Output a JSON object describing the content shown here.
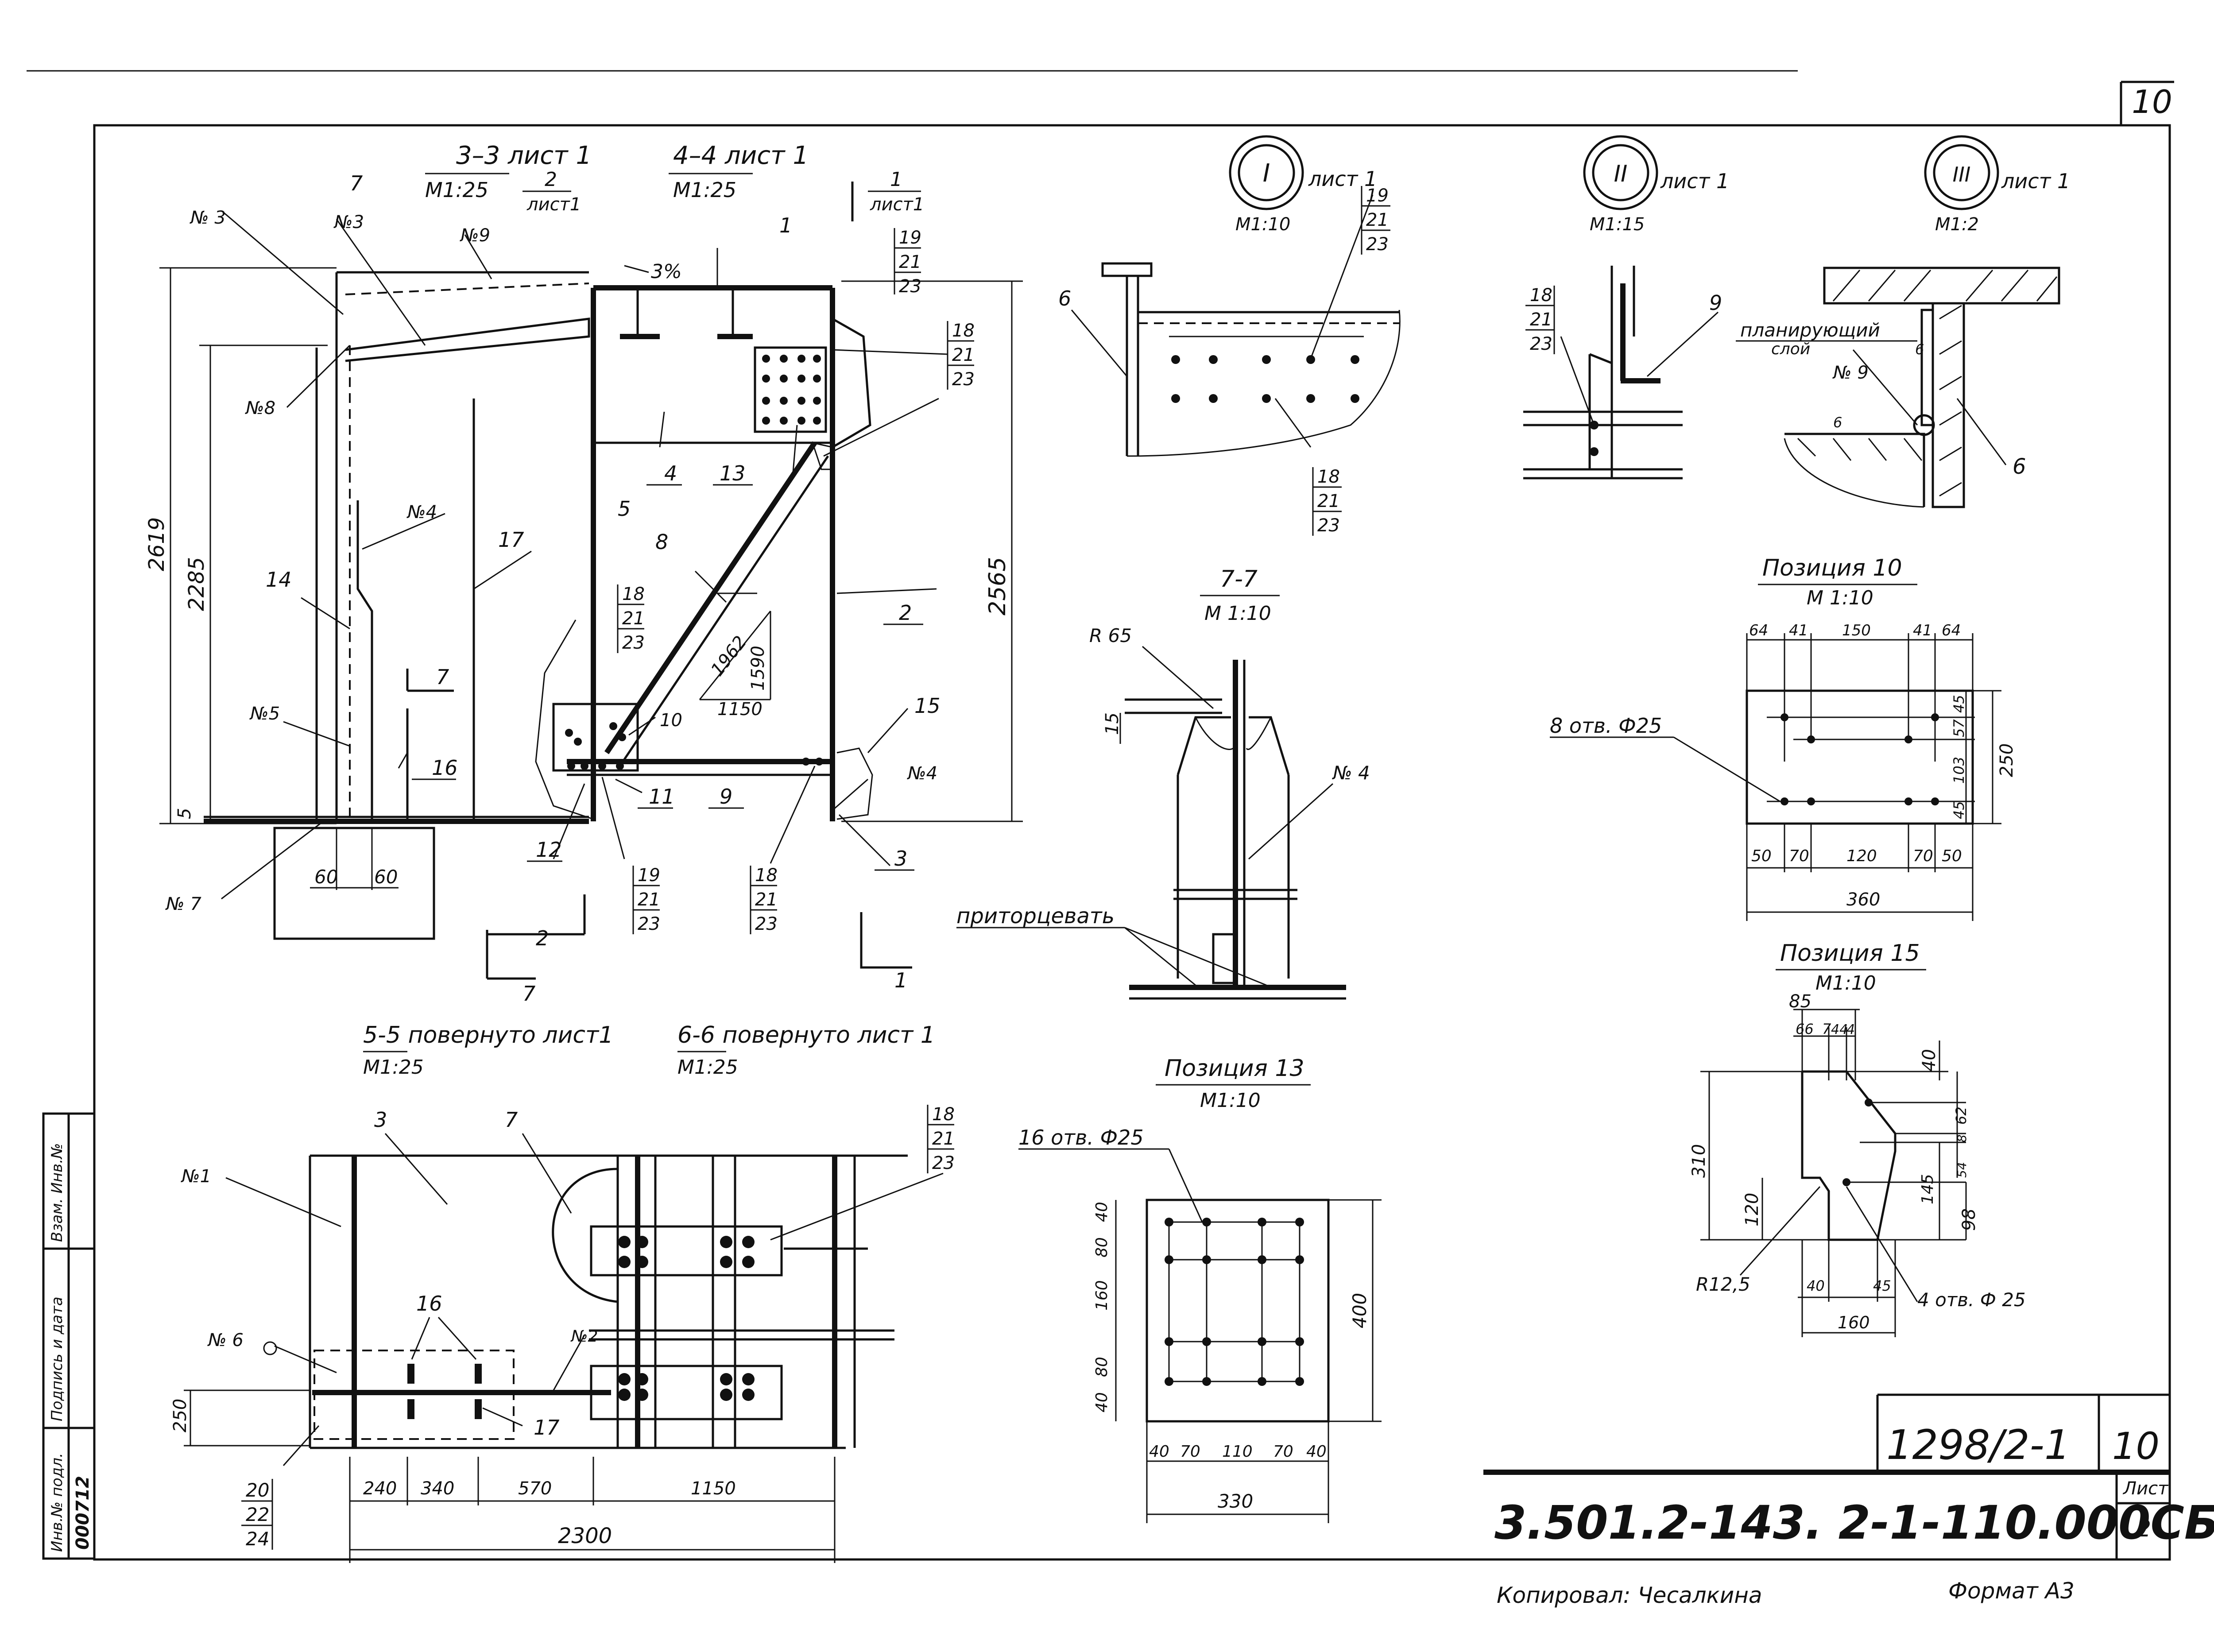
{
  "sheet_number_corner": "10",
  "views": {
    "s33": {
      "title": "3–3 лист 1",
      "scale": "M1:25"
    },
    "s44": {
      "title": "4–4 лист 1",
      "scale": "M1:25"
    },
    "s55": {
      "title": "5-5 повернуто лист1",
      "scale": "M1:25"
    },
    "s66": {
      "title": "6-6 повернуто лист 1",
      "scale": "M1:25"
    },
    "s77": {
      "title": "7-7",
      "scale": "M 1:10"
    },
    "nodeI": {
      "roman": "I",
      "title": "лист 1",
      "scale": "M1:10"
    },
    "nodeII": {
      "roman": "II",
      "title": "лист 1",
      "scale": "M1:15"
    },
    "nodeIII": {
      "roman": "III",
      "title": "лист 1",
      "scale": "M1:2"
    },
    "pos10": {
      "title": "Позиция 10",
      "scale": "M 1:10"
    },
    "pos13": {
      "title": "Позиция 13",
      "scale": "M1:10"
    },
    "pos15": {
      "title": "Позиция 15",
      "scale": "M1:10"
    }
  },
  "section_marks": {
    "m2": {
      "num": "2",
      "ref": "лист1"
    },
    "m1": {
      "num": "1",
      "ref": "лист1"
    },
    "cut2": "2",
    "cut7a": "7",
    "cut7b": "7",
    "cut1": "1"
  },
  "welds": {
    "n3a": "№ 3",
    "n3b": "№3",
    "n9": "№9",
    "n8": "№8",
    "n4a": "№4",
    "n5": "№5",
    "n7": "№ 7",
    "n4b": "№4",
    "n1": "№1",
    "n6": "№ 6",
    "n2": "№2",
    "n4c": "№ 4",
    "n9b": "№ 9"
  },
  "positions": {
    "p1": "1",
    "p7a": "7",
    "p19a": "19",
    "p21a": "21",
    "p23a": "23",
    "p18a": "18",
    "p21b": "21",
    "p23b": "23",
    "p4": "4",
    "p13": "13",
    "p5": "5",
    "p8": "8",
    "p14": "14",
    "p17": "17",
    "p18b": "18",
    "p21c": "21",
    "p23c": "23",
    "p2": "2",
    "p15": "15",
    "p10": "10",
    "p16": "16",
    "p9": "9",
    "p11": "11",
    "p12": "12",
    "p3": "3",
    "p19b": "19",
    "p21d": "21",
    "p23d": "23",
    "p18c": "18",
    "p21e": "21",
    "p23e": "23",
    "p3b": "3",
    "p7b": "7",
    "p18f": "18",
    "p21f": "21",
    "p23f": "23",
    "p16b": "16",
    "p17b": "17",
    "p20": "20",
    "p22": "22",
    "p24": "24",
    "n1_19": "19",
    "n1_21": "21",
    "n1_23": "23",
    "n1_6": "6",
    "n1_18": "18",
    "n1_21b": "21",
    "n1_23b": "23",
    "n2_18": "18",
    "n2_21": "21",
    "n2_23": "23",
    "n2_9": "9",
    "n3_6": "6",
    "n3_6b": "6",
    "n3_6c": "6"
  },
  "dims": {
    "d2619": "2619",
    "d2285": "2285",
    "d2565": "2565",
    "d5": "5",
    "d60a": "60",
    "d60b": "60",
    "slope": "3%",
    "tri1": "1962",
    "tri2": "1590",
    "tri3": "1150",
    "d15": "15",
    "r65": "R 65",
    "d240": "240",
    "d340": "340",
    "d570": "570",
    "d1150": "1150",
    "d2300": "2300",
    "d250": "250",
    "p10_top": [
      "64",
      "41",
      "150",
      "41",
      "64"
    ],
    "p10_bot": [
      "50",
      "70",
      "120",
      "70",
      "50"
    ],
    "p10_total": "360",
    "p10_right": [
      "45",
      "57",
      "103",
      "45"
    ],
    "p10_h": "250",
    "p10_holes": "8 отв. Ф25",
    "p13_holes": "16 отв. Ф25",
    "p13_left": [
      "40",
      "80",
      "160",
      "80",
      "40"
    ],
    "p13_bot": [
      "40",
      "70",
      "110",
      "70",
      "40"
    ],
    "p13_total": "330",
    "p13_h": "400",
    "p15_85": "85",
    "p15_66": "66",
    "p15_7": "7",
    "p15_44": "44",
    "p15_4": "4",
    "p15_40": "40",
    "p15_62": "62",
    "p15_54": "54",
    "p15_8": "8",
    "p15_145": "145",
    "p15_98": "98",
    "p15_310": "310",
    "p15_120": "120",
    "p15_r": "R12,5",
    "p15_40b": "40",
    "p15_45": "45",
    "p15_160": "160",
    "p15_holes": "4 отв. Ф 25"
  },
  "notes": {
    "pritor": "приторцевать",
    "plan1": "планирующий",
    "plan2": "слой"
  },
  "stamp": {
    "label_vzam": "Взам. Инв.№",
    "label_podp": "Подпись и дата",
    "label_inv": "Инв.№ подл.",
    "inv_value": "000712",
    "doc_code": "1298/2-1",
    "doc_sheet": "10",
    "designation": "3.501.2-143. 2-1-110.000СБ",
    "sheet_label": "Лист",
    "sheet_value": "2"
  },
  "footer": {
    "copied_by": "Копировал: Чесалкина",
    "format": "Формат А3"
  }
}
